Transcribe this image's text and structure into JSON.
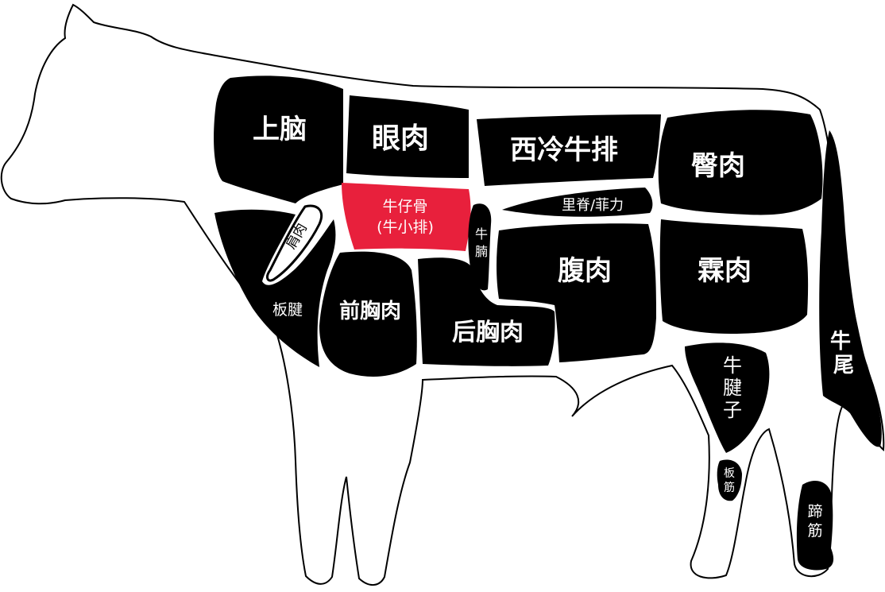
{
  "colors": {
    "cut_fill": "#000000",
    "highlight_fill": "#e8203c",
    "outline": "#000000",
    "label_text": "#ffffff",
    "outside_label_text": "#000000"
  },
  "cuts": {
    "shangnao": {
      "label": "上脑"
    },
    "yanrou": {
      "label": "眼肉"
    },
    "xilengniupai": {
      "label": "西冷牛排"
    },
    "birou": {
      "label": "臀肉"
    },
    "niuzaigu": {
      "label_line1": "牛仔骨",
      "label_line2": "(牛小排)"
    },
    "jianrou": {
      "label": "肩肉"
    },
    "liji": {
      "label": "里脊/菲力"
    },
    "niunan": {
      "label_line1": "牛",
      "label_line2": "腩"
    },
    "banjian": {
      "label": "板腱"
    },
    "qianxiongrou": {
      "label": "前胸肉"
    },
    "houxiongrou": {
      "label": "后胸肉"
    },
    "furou": {
      "label": "腹肉"
    },
    "linrou": {
      "label": "霖肉"
    },
    "niuwei": {
      "label_line1": "牛",
      "label_line2": "尾"
    },
    "niujianzi": {
      "label_line1": "牛",
      "label_line2": "腱",
      "label_line3": "子"
    },
    "banjin": {
      "label_line1": "板",
      "label_line2": "筋"
    },
    "tijin": {
      "label_line1": "蹄",
      "label_line2": "筋"
    }
  }
}
